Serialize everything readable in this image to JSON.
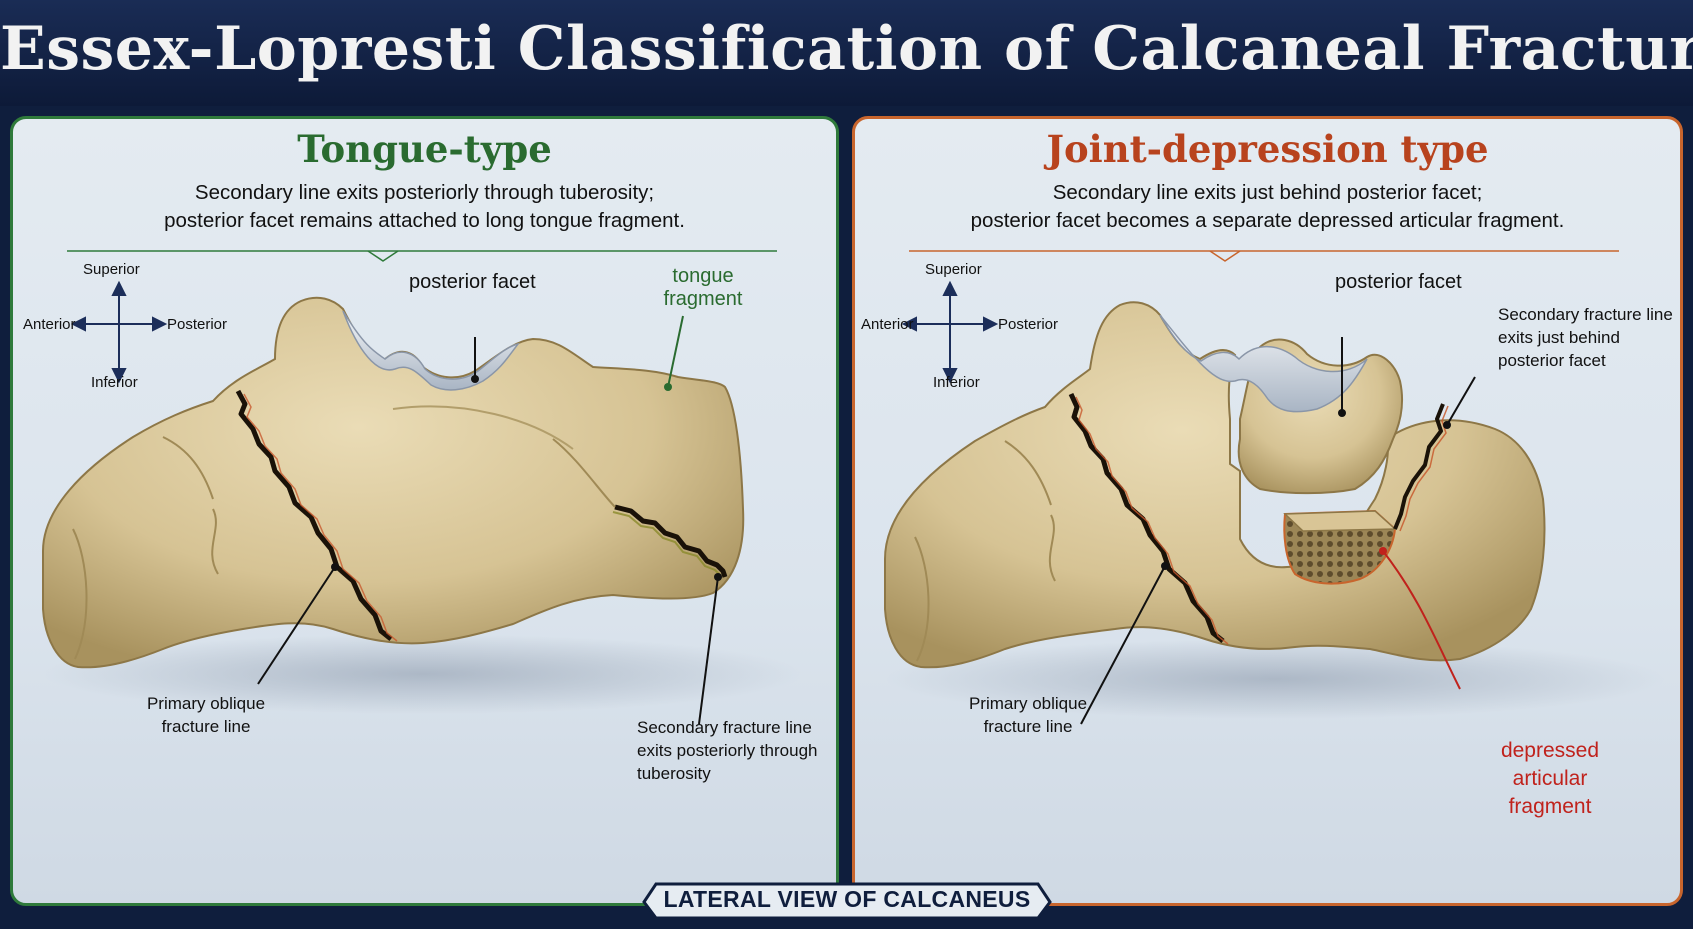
{
  "title": "Essex-Lopresti Classification of Calcaneal Fractures",
  "colors": {
    "header_bg": "#0f1e3d",
    "tongue_accent": "#2f7a3b",
    "joint_accent": "#c8652d",
    "depressed_label": "#c0221c",
    "bone": "#d8c79c",
    "fracture": "#1a1208"
  },
  "panels": {
    "tongue": {
      "title": "Tongue-type",
      "desc_line1": "Secondary line exits posteriorly through tuberosity;",
      "desc_line2": "posterior facet remains attached to long tongue fragment.",
      "labels": {
        "posterior_facet": "posterior facet",
        "tongue_fragment_1": "tongue",
        "tongue_fragment_2": "fragment",
        "primary_1": "Primary oblique",
        "primary_2": "fracture line",
        "secondary_1": "Secondary fracture line",
        "secondary_2": "exits posteriorly through",
        "secondary_3": "tuberosity"
      }
    },
    "joint": {
      "title": "Joint-depression type",
      "desc_line1": "Secondary line exits just behind posterior facet;",
      "desc_line2": "posterior facet becomes a separate depressed articular fragment.",
      "labels": {
        "posterior_facet": "posterior facet",
        "secondary_1": "Secondary fracture line",
        "secondary_2": "exits just behind",
        "secondary_3": "posterior facet",
        "primary_1": "Primary oblique",
        "primary_2": "fracture line",
        "depressed_1": "depressed",
        "depressed_2": "articular",
        "depressed_3": "fragment"
      }
    }
  },
  "orientation": {
    "superior": "Superior",
    "inferior": "Inferior",
    "anterior": "Anterior",
    "posterior": "Posterior"
  },
  "footer": "LATERAL VIEW OF CALCANEUS"
}
